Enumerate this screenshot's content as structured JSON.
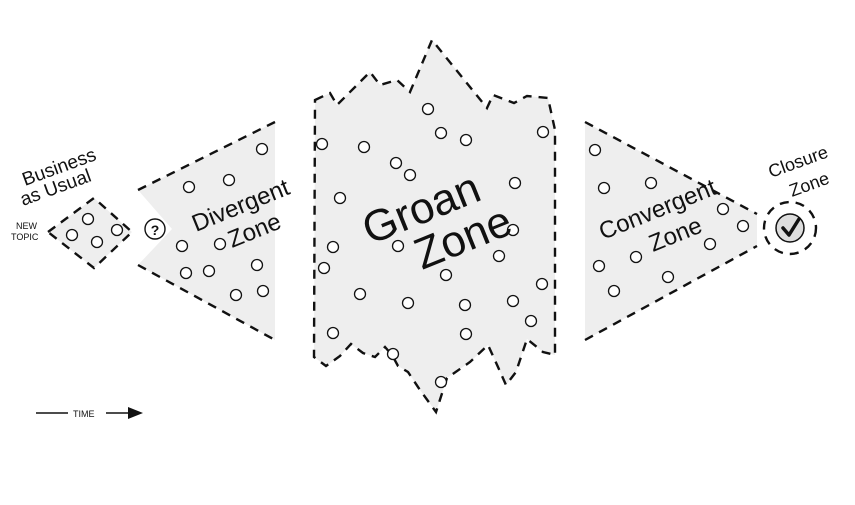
{
  "labels": {
    "business_line1": "Business",
    "business_line2": "as Usual",
    "new_topic_line1": "NEW",
    "new_topic_line2": "TOPIC",
    "question_mark": "?",
    "divergent_line1": "Divergent",
    "divergent_line2": "Zone",
    "groan_line1": "Groan",
    "groan_line2": "Zone",
    "convergent_line1": "Convergent",
    "convergent_line2": "Zone",
    "closure_line1": "Closure",
    "closure_line2": "Zone",
    "time": "TIME"
  },
  "icons": {
    "question": "question-mark-icon",
    "closure": "checkmark-icon",
    "time_arrow": "arrow-right-icon",
    "idea": "circle-idea-icon"
  },
  "colors": {
    "zone_fill": "#eeeeee",
    "outline": "#111111",
    "dot_fill": "#ffffff"
  }
}
